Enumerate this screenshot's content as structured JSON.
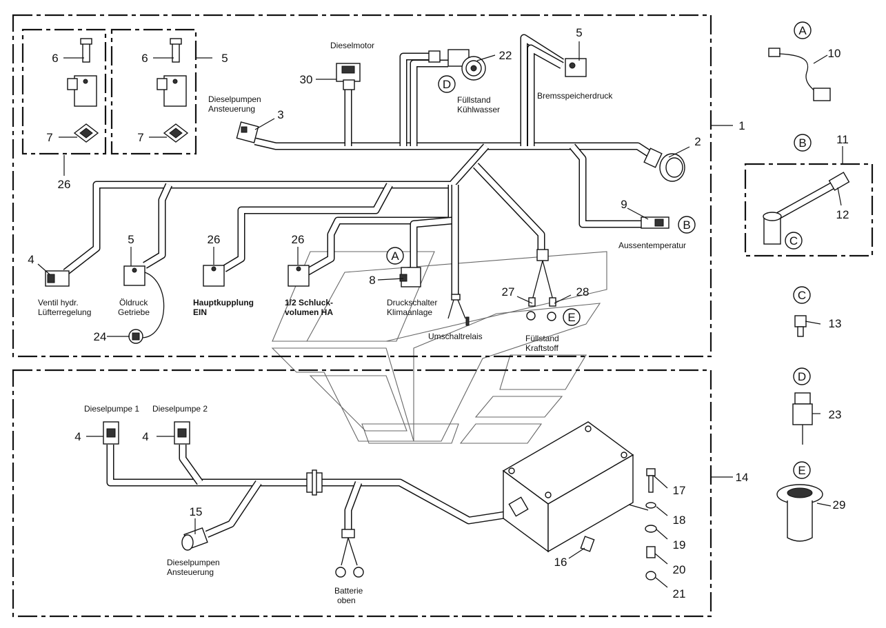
{
  "diagram": {
    "callouts": [
      "1",
      "2",
      "3",
      "4",
      "5",
      "6",
      "7",
      "8",
      "9",
      "10",
      "11",
      "12",
      "13",
      "14",
      "15",
      "16",
      "17",
      "18",
      "19",
      "20",
      "21",
      "22",
      "23",
      "24",
      "26",
      "27",
      "28",
      "29",
      "30"
    ],
    "detail_letters": [
      "A",
      "B",
      "C",
      "D",
      "E"
    ],
    "labels": {
      "dieselmotor": "Dieselmotor",
      "dieselpumpen_ansteuerung_1": "Dieselpumpen",
      "dieselpumpen_ansteuerung_2": "Ansteuerung",
      "fuellstand_kuehlwasser_1": "Füllstand",
      "fuellstand_kuehlwasser_2": "Kühlwasser",
      "bremsspeicherdruck": "Bremsspeicherdruck",
      "aussentemperatur": "Aussentemperatur",
      "ventil_1": "Ventil hydr.",
      "ventil_2": "Lüfterregelung",
      "oeldruck_1": "Öldruck",
      "oeldruck_2": "Getriebe",
      "hauptkupplung_1": "Hauptkupplung",
      "hauptkupplung_2": "EIN",
      "schluck_1": "1/2 Schluck-",
      "schluck_2": "volumen HA",
      "druckschalter_1": "Druckschalter",
      "druckschalter_2": "Klimaanlage",
      "umschaltrelais": "Umschaltrelais",
      "fuellstand_kraftstoff_1": "Füllstand",
      "fuellstand_kraftstoff_2": "Kraftstoff",
      "dieselpumpe_1": "Dieselpumpe 1",
      "dieselpumpe_2": "Dieselpumpe 2",
      "dieselpumpen_ansteuerung_b1": "Dieselpumpen",
      "dieselpumpen_ansteuerung_b2": "Ansteuerung",
      "batterie_1": "Batterie",
      "batterie_2": "oben"
    }
  }
}
